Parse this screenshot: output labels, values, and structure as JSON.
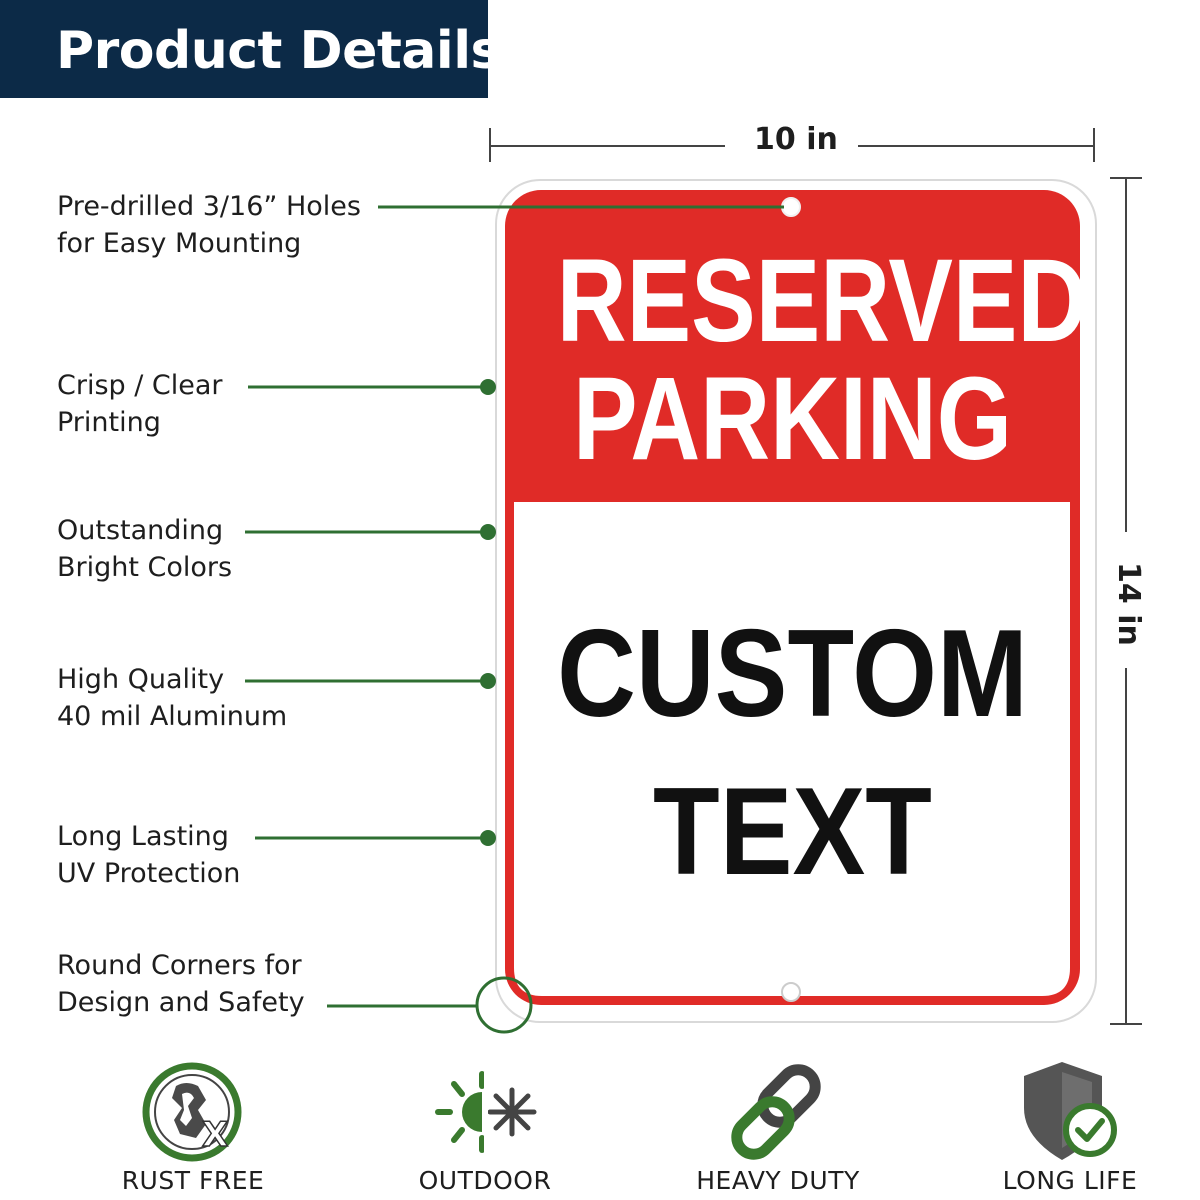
{
  "header": {
    "title": "Product Details"
  },
  "features": [
    {
      "line1": "Pre-drilled 3/16” Holes",
      "line2": "for Easy Mounting"
    },
    {
      "line1": "Crisp / Clear",
      "line2": "Printing"
    },
    {
      "line1": "Outstanding",
      "line2": "Bright Colors"
    },
    {
      "line1": "High Quality",
      "line2": "40 mil Aluminum"
    },
    {
      "line1": "Long Lasting",
      "line2": "UV Protection"
    },
    {
      "line1": "Round Corners for",
      "line2": "Design and Safety"
    }
  ],
  "dimensions": {
    "width": "10 in",
    "height": "14 in"
  },
  "sign": {
    "top_line1": "RESERVED",
    "top_line2": "PARKING",
    "bottom_line1": "CUSTOM",
    "bottom_line2": "TEXT",
    "colors": {
      "red": "#e02b27",
      "black": "#111111",
      "white": "#ffffff"
    }
  },
  "badges": [
    {
      "label": "RUST FREE",
      "icon": "rust-free-icon"
    },
    {
      "label": "OUTDOOR",
      "icon": "sun-snowflake-icon"
    },
    {
      "label": "HEAVY DUTY",
      "icon": "chain-link-icon"
    },
    {
      "label": "LONG LIFE",
      "icon": "shield-check-icon"
    }
  ],
  "colors": {
    "header_bg": "#0c2a47",
    "leader_green": "#2f6f32",
    "icon_green": "#3a7a2e",
    "icon_gray": "#555555"
  }
}
